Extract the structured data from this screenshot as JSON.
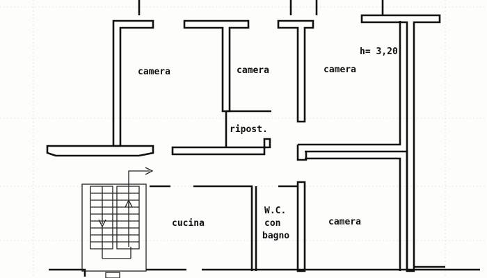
{
  "plan": {
    "height_note": "h= 3,20",
    "rooms": [
      {
        "key": "camera_nw",
        "label": "camera"
      },
      {
        "key": "camera_n_mid",
        "label": "camera"
      },
      {
        "key": "camera_ne",
        "label": "camera"
      },
      {
        "key": "ripost",
        "label": "ripost."
      },
      {
        "key": "cucina",
        "label": "cucina"
      },
      {
        "key": "camera_se",
        "label": "camera"
      }
    ],
    "wc_lines": [
      "W.C.",
      "con",
      "bagno"
    ]
  }
}
